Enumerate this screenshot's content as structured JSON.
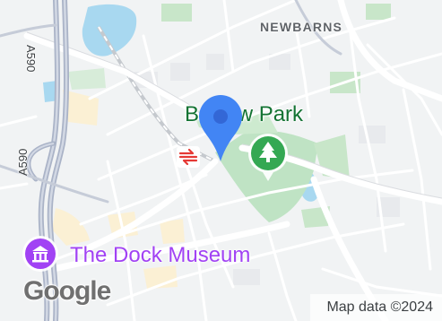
{
  "map": {
    "area_label": "NEWBARNS",
    "park_label": "Barrow Park",
    "poi_label": "The Dock Museum",
    "roads": [
      "A590",
      "A590"
    ],
    "logo": "Google",
    "attribution": "Map data ©2024"
  },
  "icons": {
    "pin": "location-pin-icon",
    "park": "tree-icon",
    "rail": "national-rail-icon",
    "museum": "museum-icon"
  },
  "colors": {
    "pin": "#4285f4",
    "pin_dot": "#3367d6",
    "park": "#34a853",
    "park_label": "#137333",
    "museum": "#a142f4",
    "rail": "#e53935",
    "water": "#a8d8f0"
  }
}
